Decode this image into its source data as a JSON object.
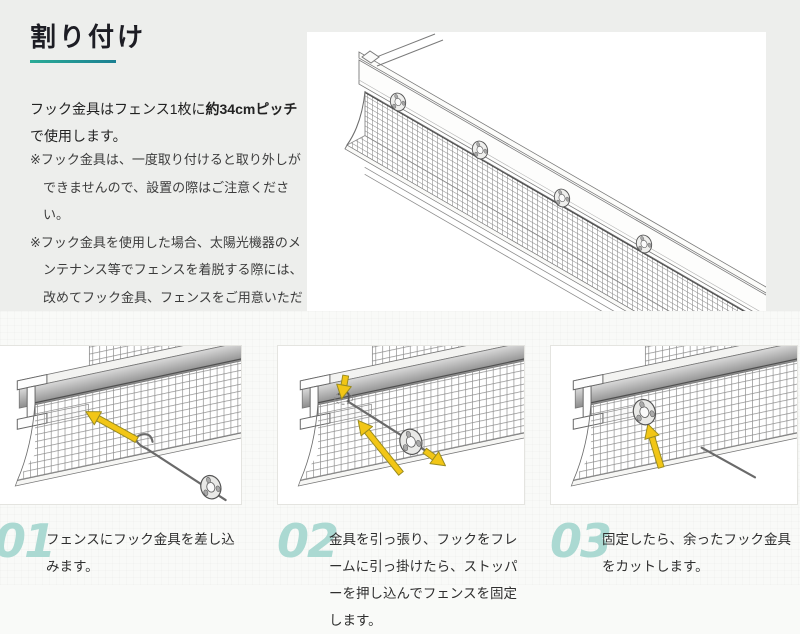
{
  "header": {
    "title": "割り付け"
  },
  "intro": {
    "pre": "フック金具はフェンス1枚に",
    "bold": "約34cmピッチ",
    "post": "で使用します。"
  },
  "notes": [
    {
      "marker": "※",
      "text": "フック金具は、一度取り付けると取り外しができませんので、設置の際はご注意ください。"
    },
    {
      "marker": "※",
      "text": "フック金具を使用した場合、太陽光機器のメンテナンス等でフェンスを着脱する際には、改めてフック金具、フェンスをご用意いただく必要があります。"
    }
  ],
  "steps": [
    {
      "number": "01",
      "caption": "フェンスにフック金具を差し込みます。"
    },
    {
      "number": "02",
      "caption": "金具を引っ張り、フックをフレームに引っ掛けたら、ストッパーを押し込んでフェンスを固定します。"
    },
    {
      "number": "03",
      "caption": "固定したら、余ったフック金具をカットします。"
    }
  ],
  "colors": {
    "accent_teal_from": "#2aab96",
    "accent_teal_to": "#1b7f92",
    "step_number": "#abd9d2",
    "arrow_yellow": "#f2c616",
    "background_top": "#edeeec",
    "background_bottom": "#f9faf8"
  }
}
